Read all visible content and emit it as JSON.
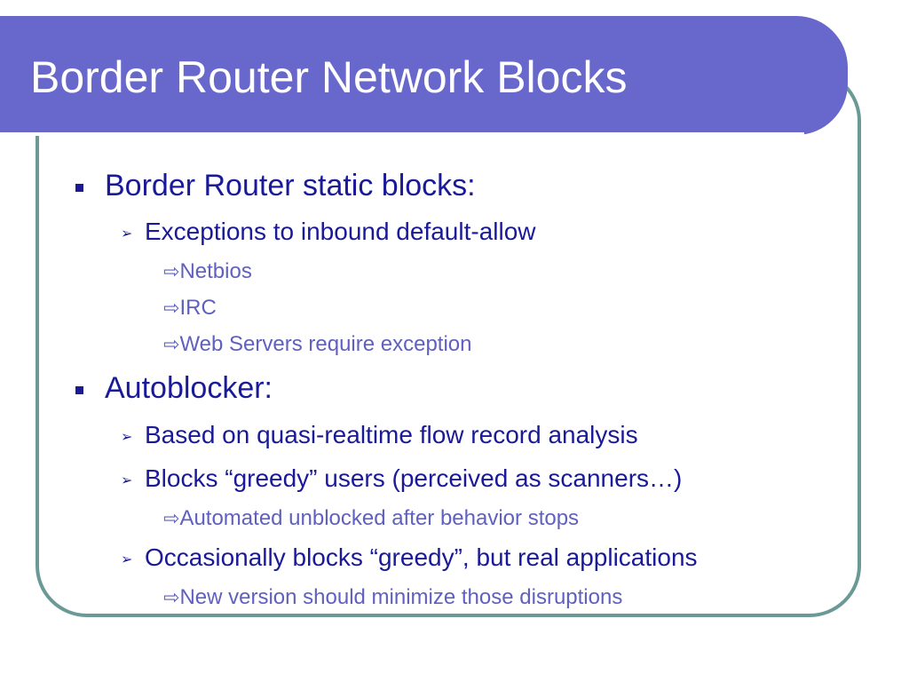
{
  "slide": {
    "title": "Border Router Network Blocks"
  },
  "icons": {
    "level1": "square-bullet-icon",
    "level2": "arrowhead-bullet-icon",
    "level3": "hollow-arrow-icon"
  },
  "colors": {
    "title_bar": "#6868cc",
    "frame_border": "#6b9a96",
    "text_primary": "#1a1a99",
    "text_secondary": "#6060c0"
  },
  "bullets": [
    {
      "text": "Border Router static blocks:",
      "children": [
        {
          "text": "Exceptions to inbound default-allow",
          "children": [
            {
              "text": "Netbios"
            },
            {
              "text": "IRC"
            },
            {
              "text": "Web Servers require exception"
            }
          ]
        }
      ]
    },
    {
      "text": "Autoblocker:",
      "children": [
        {
          "text": "Based on quasi-realtime flow record analysis",
          "children": []
        },
        {
          "text": "Blocks “greedy” users (perceived as scanners…)",
          "children": [
            {
              "text": "Automated unblocked after behavior stops"
            }
          ]
        },
        {
          "text": "Occasionally blocks “greedy”, but real applications",
          "children": [
            {
              "text": "New version should minimize those disruptions"
            }
          ]
        }
      ]
    }
  ]
}
